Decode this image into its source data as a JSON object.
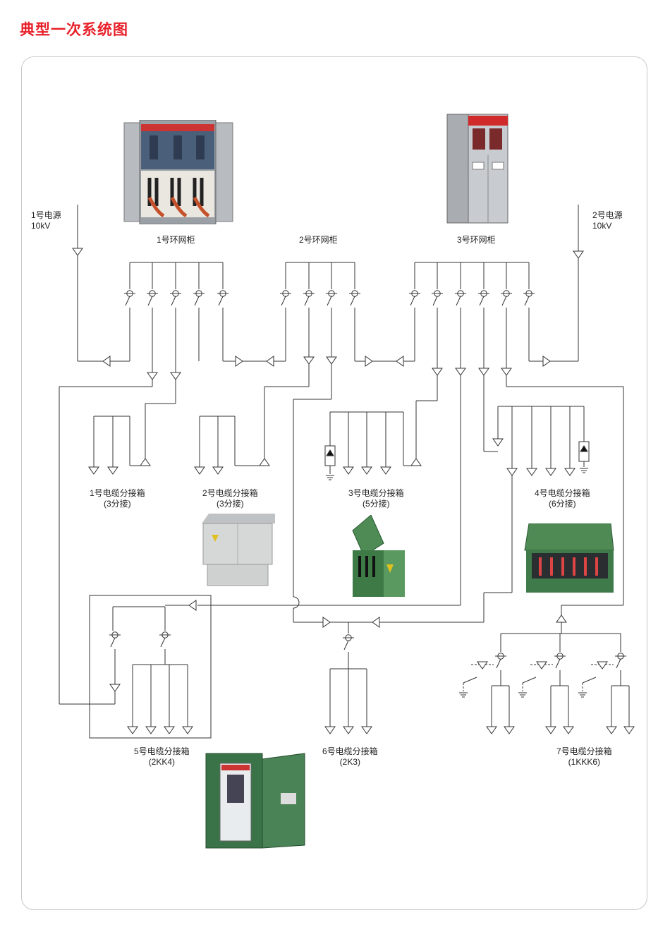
{
  "title": "典型一次系统图",
  "sources": [
    {
      "name": "1号电源",
      "voltage": "10kV"
    },
    {
      "name": "2号电源",
      "voltage": "10kV"
    }
  ],
  "ring_cabinets": [
    "1号环网柜",
    "2号环网柜",
    "3号环网柜"
  ],
  "branch_boxes": [
    {
      "name": "1号电缆分接箱",
      "spec": "(3分接)"
    },
    {
      "name": "2号电缆分接箱",
      "spec": "(3分接)"
    },
    {
      "name": "3号电缆分接箱",
      "spec": "(5分接)"
    },
    {
      "name": "4号电缆分接箱",
      "spec": "(6分接)"
    },
    {
      "name": "5号电缆分接箱",
      "spec": "(2KK4)"
    },
    {
      "name": "6号电缆分接箱",
      "spec": "(2K3)"
    },
    {
      "name": "7号电缆分接箱",
      "spec": "(1KKK6)"
    }
  ],
  "colors": {
    "title": "#e8202a",
    "line": "#333333",
    "frame": "#c9c9c9",
    "cabinet_green": "#3f7a4a",
    "cabinet_gray": "#c8ccd0"
  }
}
